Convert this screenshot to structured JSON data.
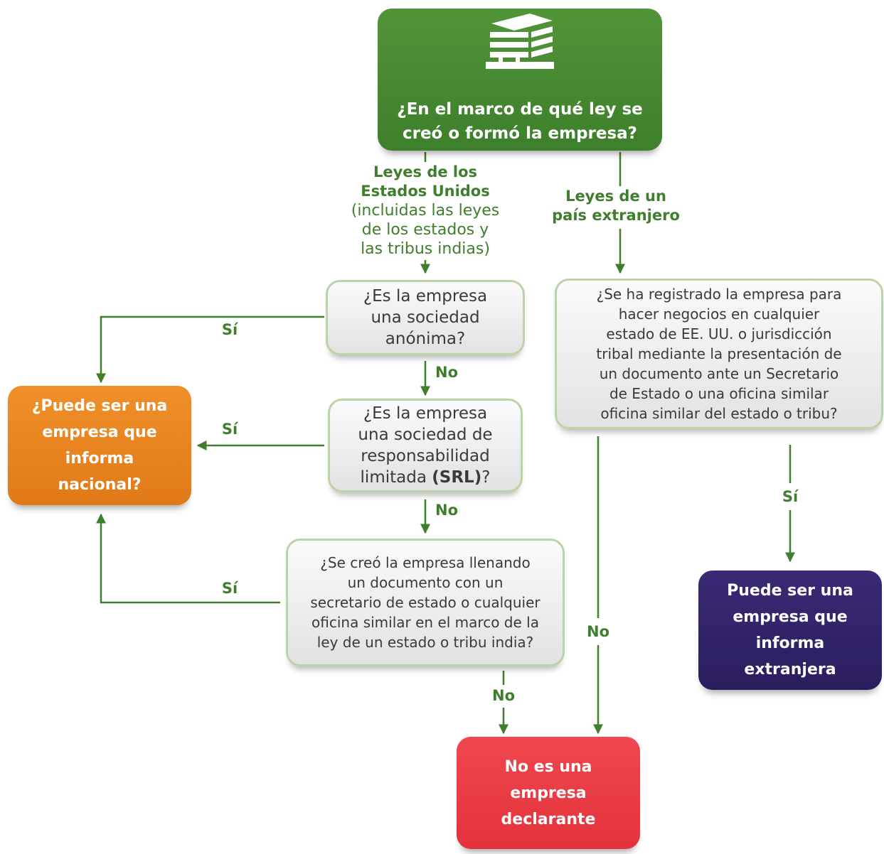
{
  "start": {
    "icon": "building-icon",
    "question": [
      "¿En el marco de qué ley se",
      "creó o formó la empresa?"
    ]
  },
  "branch_us": {
    "title": [
      "Leyes de los",
      "Estados Unidos"
    ],
    "note": [
      "(incluidas las leyes",
      "de los estados y",
      "las tribus indias)"
    ]
  },
  "branch_foreign": {
    "title": [
      "Leyes de un",
      "país extranjero"
    ]
  },
  "q_corporation": {
    "lines": [
      "¿Es la empresa",
      "una sociedad",
      "anónima?"
    ]
  },
  "q_llc": {
    "lines": [
      "¿Es la empresa",
      "una sociedad de",
      "responsabilidad"
    ],
    "last_prefix": "limitada ",
    "last_bold": "(SRL)",
    "last_suffix": "?"
  },
  "q_filed": {
    "lines": [
      "¿Se creó la empresa llenando",
      "un documento con un",
      "secretario de estado o cualquier",
      "oficina similar en el marco de la",
      "ley de un estado o tribu india?"
    ]
  },
  "q_registered": {
    "lines": [
      "¿Se ha registrado la empresa para",
      "hacer negocios en cualquier",
      "estado de EE. UU. o jurisdicción",
      "tribal mediante la presentación de",
      "un documento ante un Secretario",
      "de Estado o una oficina similar",
      "oficina similar del estado o tribu?"
    ]
  },
  "result_domestic": {
    "lines": [
      "¿Puede ser una",
      "empresa que",
      "informa",
      "nacional?"
    ]
  },
  "result_foreign": {
    "lines": [
      "Puede ser una",
      "empresa que",
      "informa",
      "extranjera"
    ]
  },
  "result_not": {
    "lines": [
      "No es una",
      "empresa",
      "declarante"
    ]
  },
  "edge_labels": {
    "yes_corporation": "Sí",
    "no_corporation": "No",
    "yes_llc": "Sí",
    "no_llc": "No",
    "yes_filed": "Sí",
    "no_filed": "No",
    "no_registered": "No",
    "yes_registered": "Sí"
  },
  "colors": {
    "connector": "#3f7e2c",
    "start": "#478a30",
    "domestic": "#e8861f",
    "foreign": "#2e2163",
    "not_reporting": "#ea3a43",
    "question_border": "#bcd3a6"
  }
}
